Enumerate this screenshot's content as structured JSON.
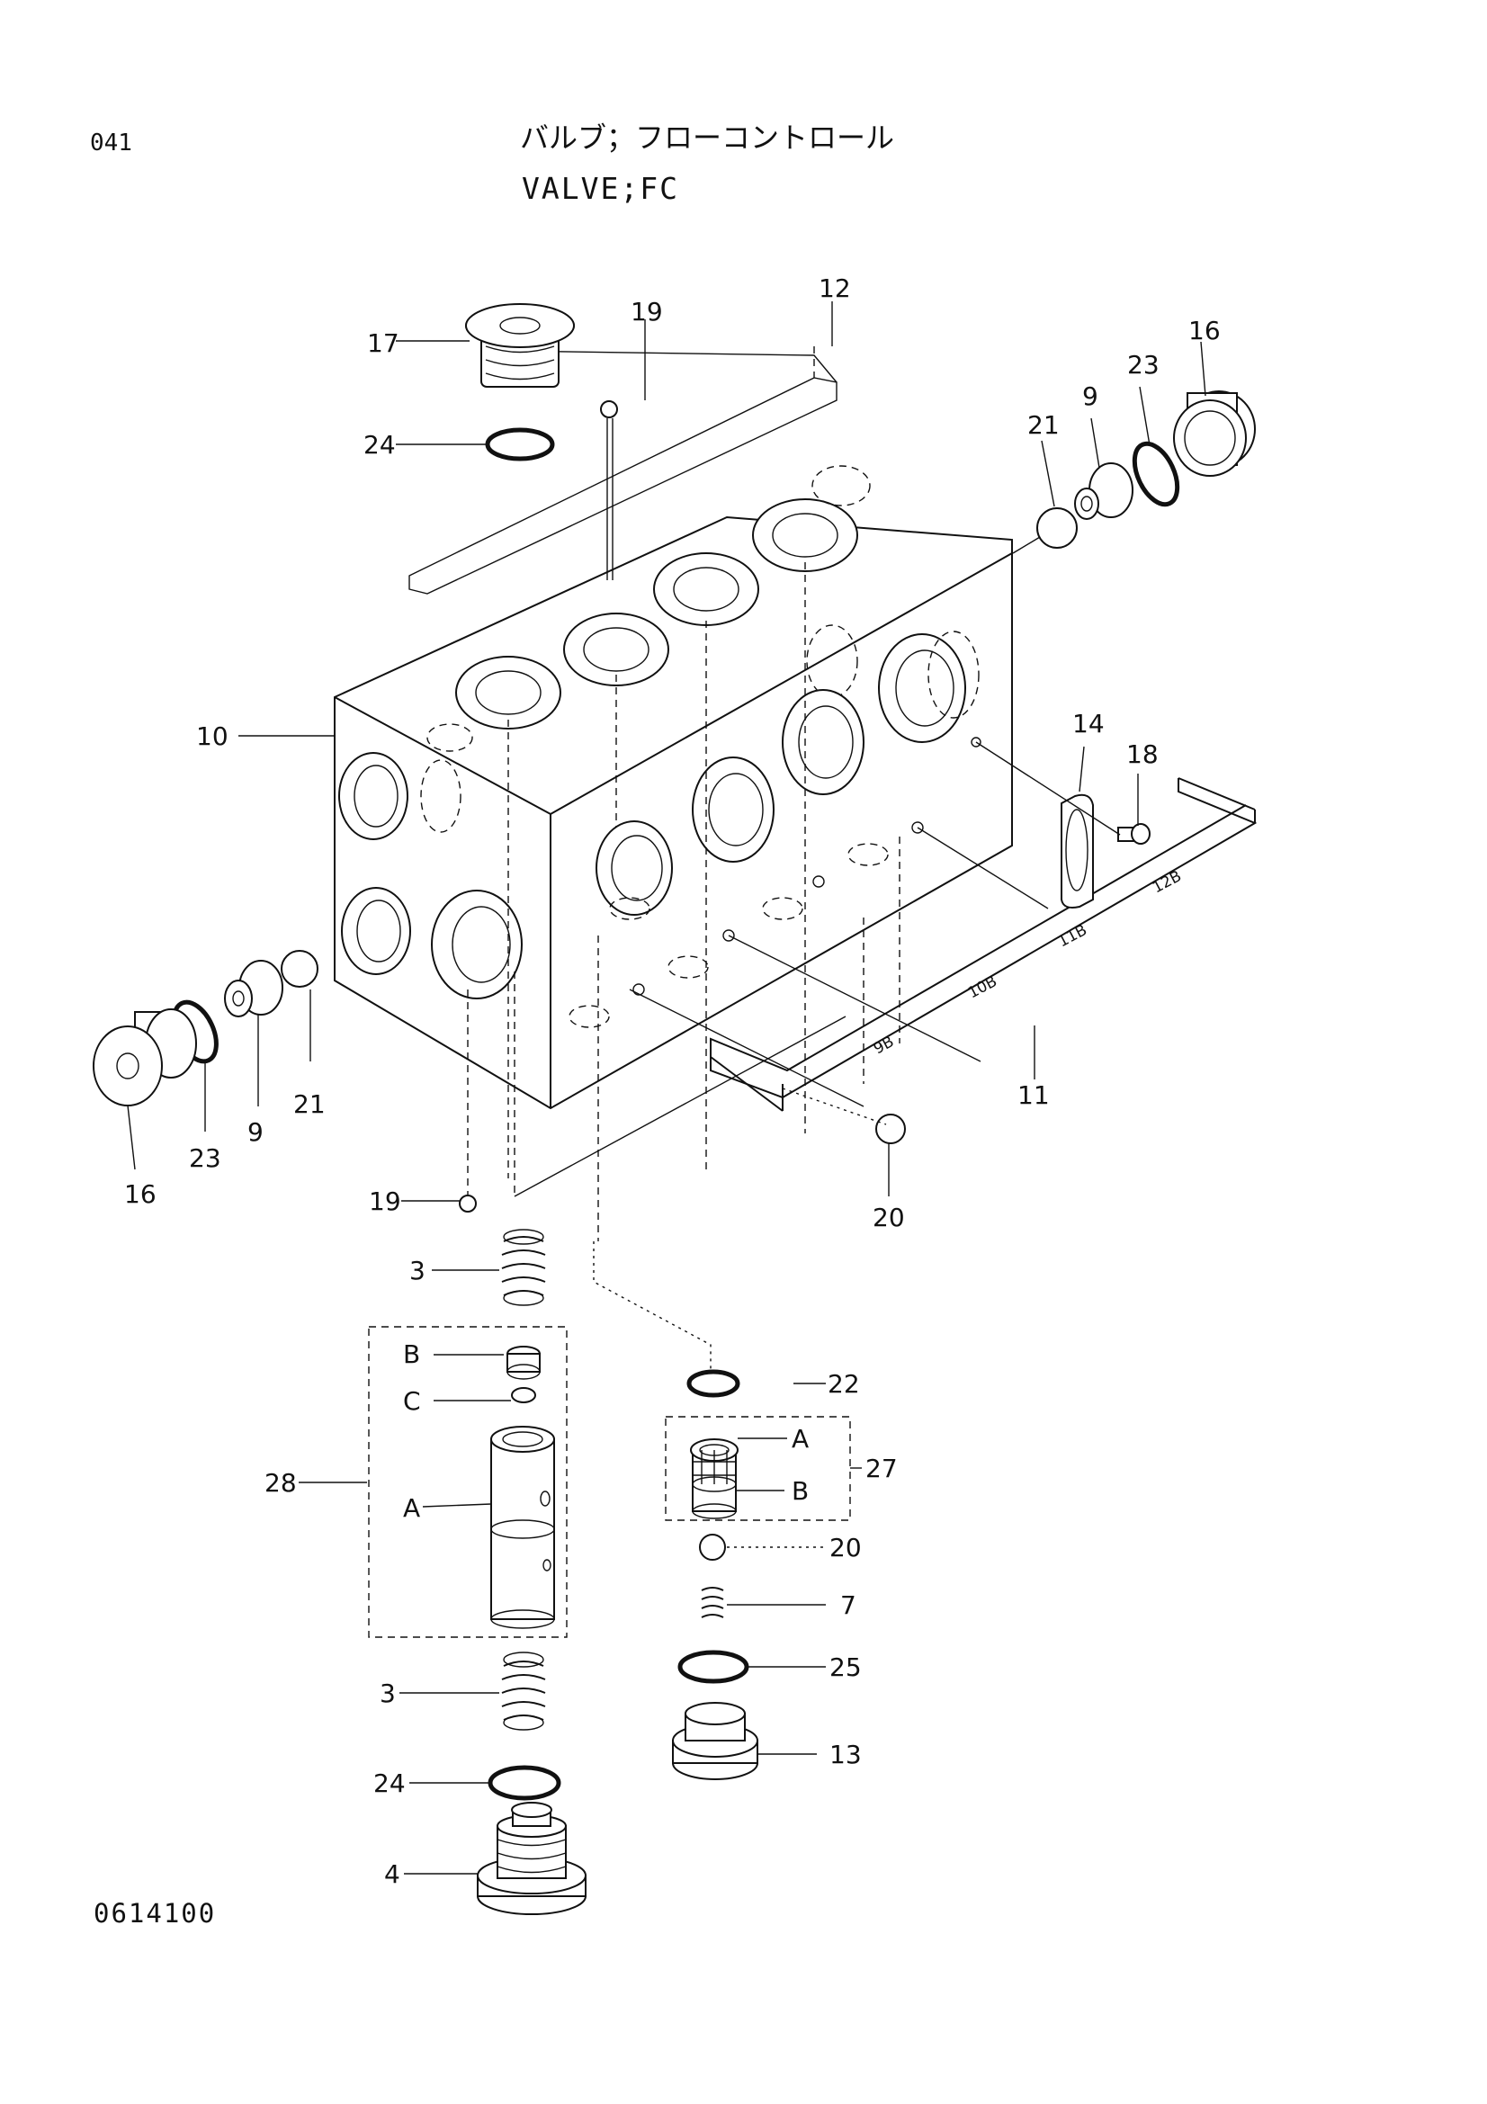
{
  "header": {
    "page_number": "041",
    "title_jp": "バルブ；フローコントロール",
    "title_en": "VALVE;FC"
  },
  "footer": {
    "drawing_number": "0614100"
  },
  "callouts": [
    "17",
    "19",
    "12",
    "24",
    "16",
    "23",
    "9",
    "21",
    "10",
    "14",
    "18",
    "16",
    "23",
    "9",
    "21",
    "11",
    "19",
    "20",
    "3",
    "B",
    "C",
    "28",
    "A",
    "3",
    "24",
    "4",
    "22",
    "A",
    "B",
    "27",
    "20",
    "7",
    "25",
    "13"
  ],
  "bracket_labels": [
    "12B",
    "11B",
    "10B",
    "9B"
  ]
}
